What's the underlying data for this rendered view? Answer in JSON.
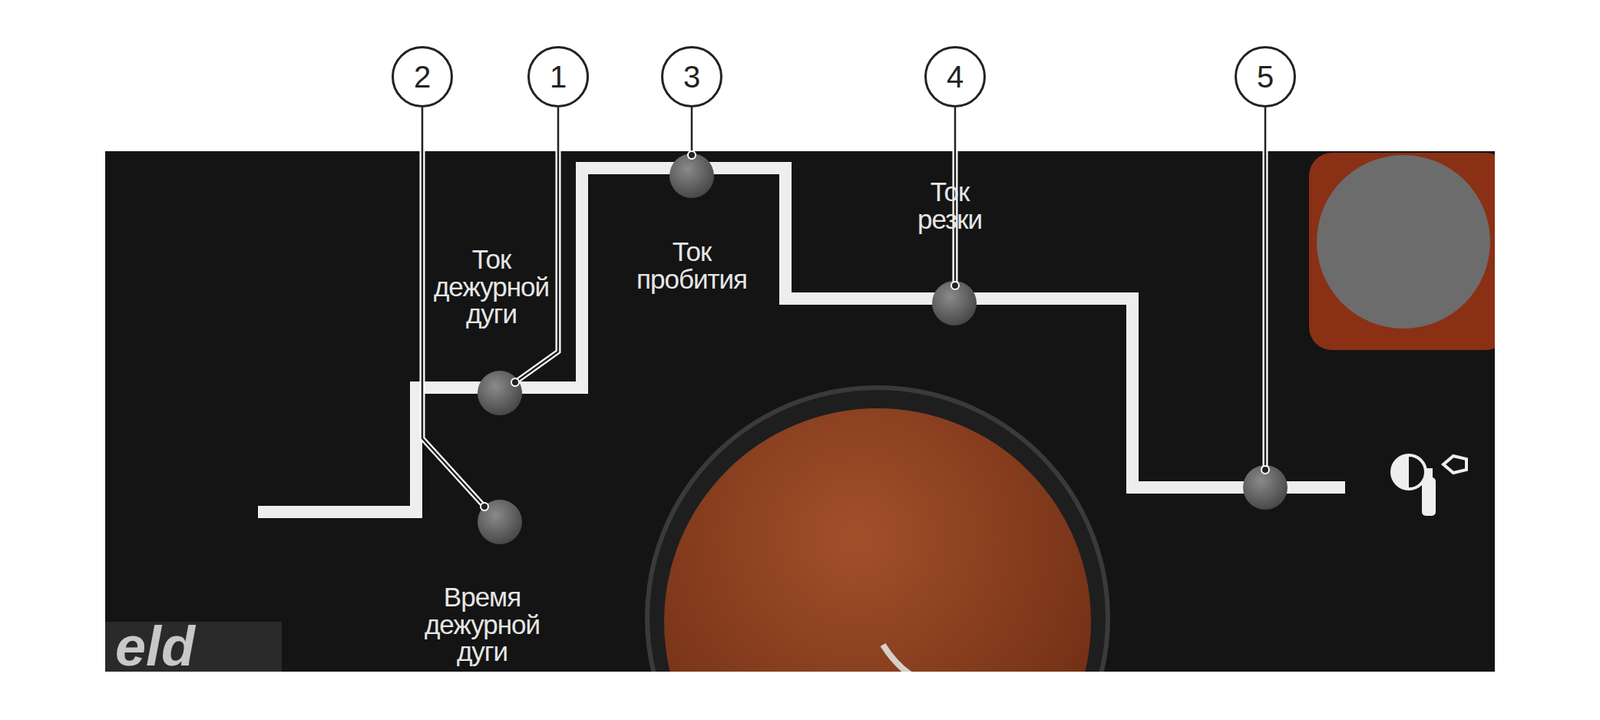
{
  "diagram": {
    "labels": [
      "2",
      "1",
      "3",
      "4",
      "5",
      "Ток дежурной дуги",
      "Ток пробития",
      "Ток резки",
      "Время дежурной дуги",
      "eld"
    ]
  }
}
